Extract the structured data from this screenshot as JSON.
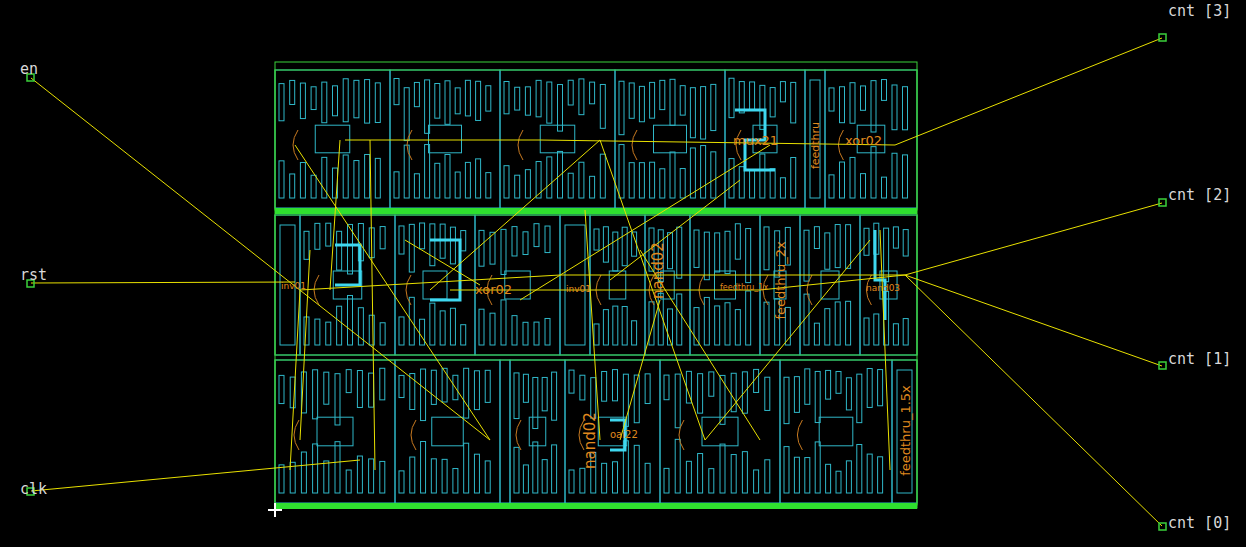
{
  "diagram": {
    "labels": [
      "en",
      "rst",
      "clk",
      "cnt [3]",
      "cnt [2]",
      "cnt [1]",
      "cnt [0]",
      "mux21",
      "xor02",
      "feedthru",
      "inv01",
      "xor02",
      "inv01",
      "nand02",
      "feedthru_2x",
      "feedthru_1x",
      "nand03",
      "nand02",
      "oai22",
      "feedthru_1.5x"
    ]
  }
}
